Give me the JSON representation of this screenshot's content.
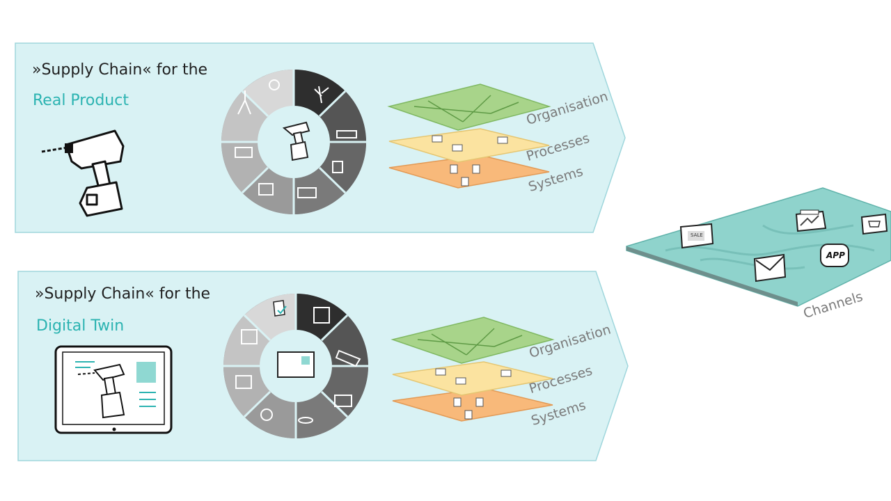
{
  "panels": [
    {
      "title": "»Supply Chain« for the",
      "subtitle": "Real Product",
      "layers": [
        "Organisation",
        "Processes",
        "Systems"
      ]
    },
    {
      "title": "»Supply Chain« for the",
      "subtitle": "Digital Twin",
      "layers": [
        "Organisation",
        "Processes",
        "Systems"
      ]
    }
  ],
  "channels": {
    "label": "Channels",
    "icons": [
      {
        "name": "sale-sign-icon",
        "text": "SALE"
      },
      {
        "name": "store-icon",
        "text": ""
      },
      {
        "name": "shopping-cart-icon",
        "text": ""
      },
      {
        "name": "app-icon",
        "text": "APP"
      },
      {
        "name": "email-icon",
        "text": ""
      }
    ]
  },
  "colors": {
    "panel_fill": "#d9f2f4",
    "panel_stroke": "#9fd6dc",
    "accent_teal": "#2bb3b1",
    "org_layer": "#a8d48a",
    "process_layer": "#fbe3a0",
    "system_layer": "#f8b97a",
    "channels_plate": "#8fd3cc"
  }
}
